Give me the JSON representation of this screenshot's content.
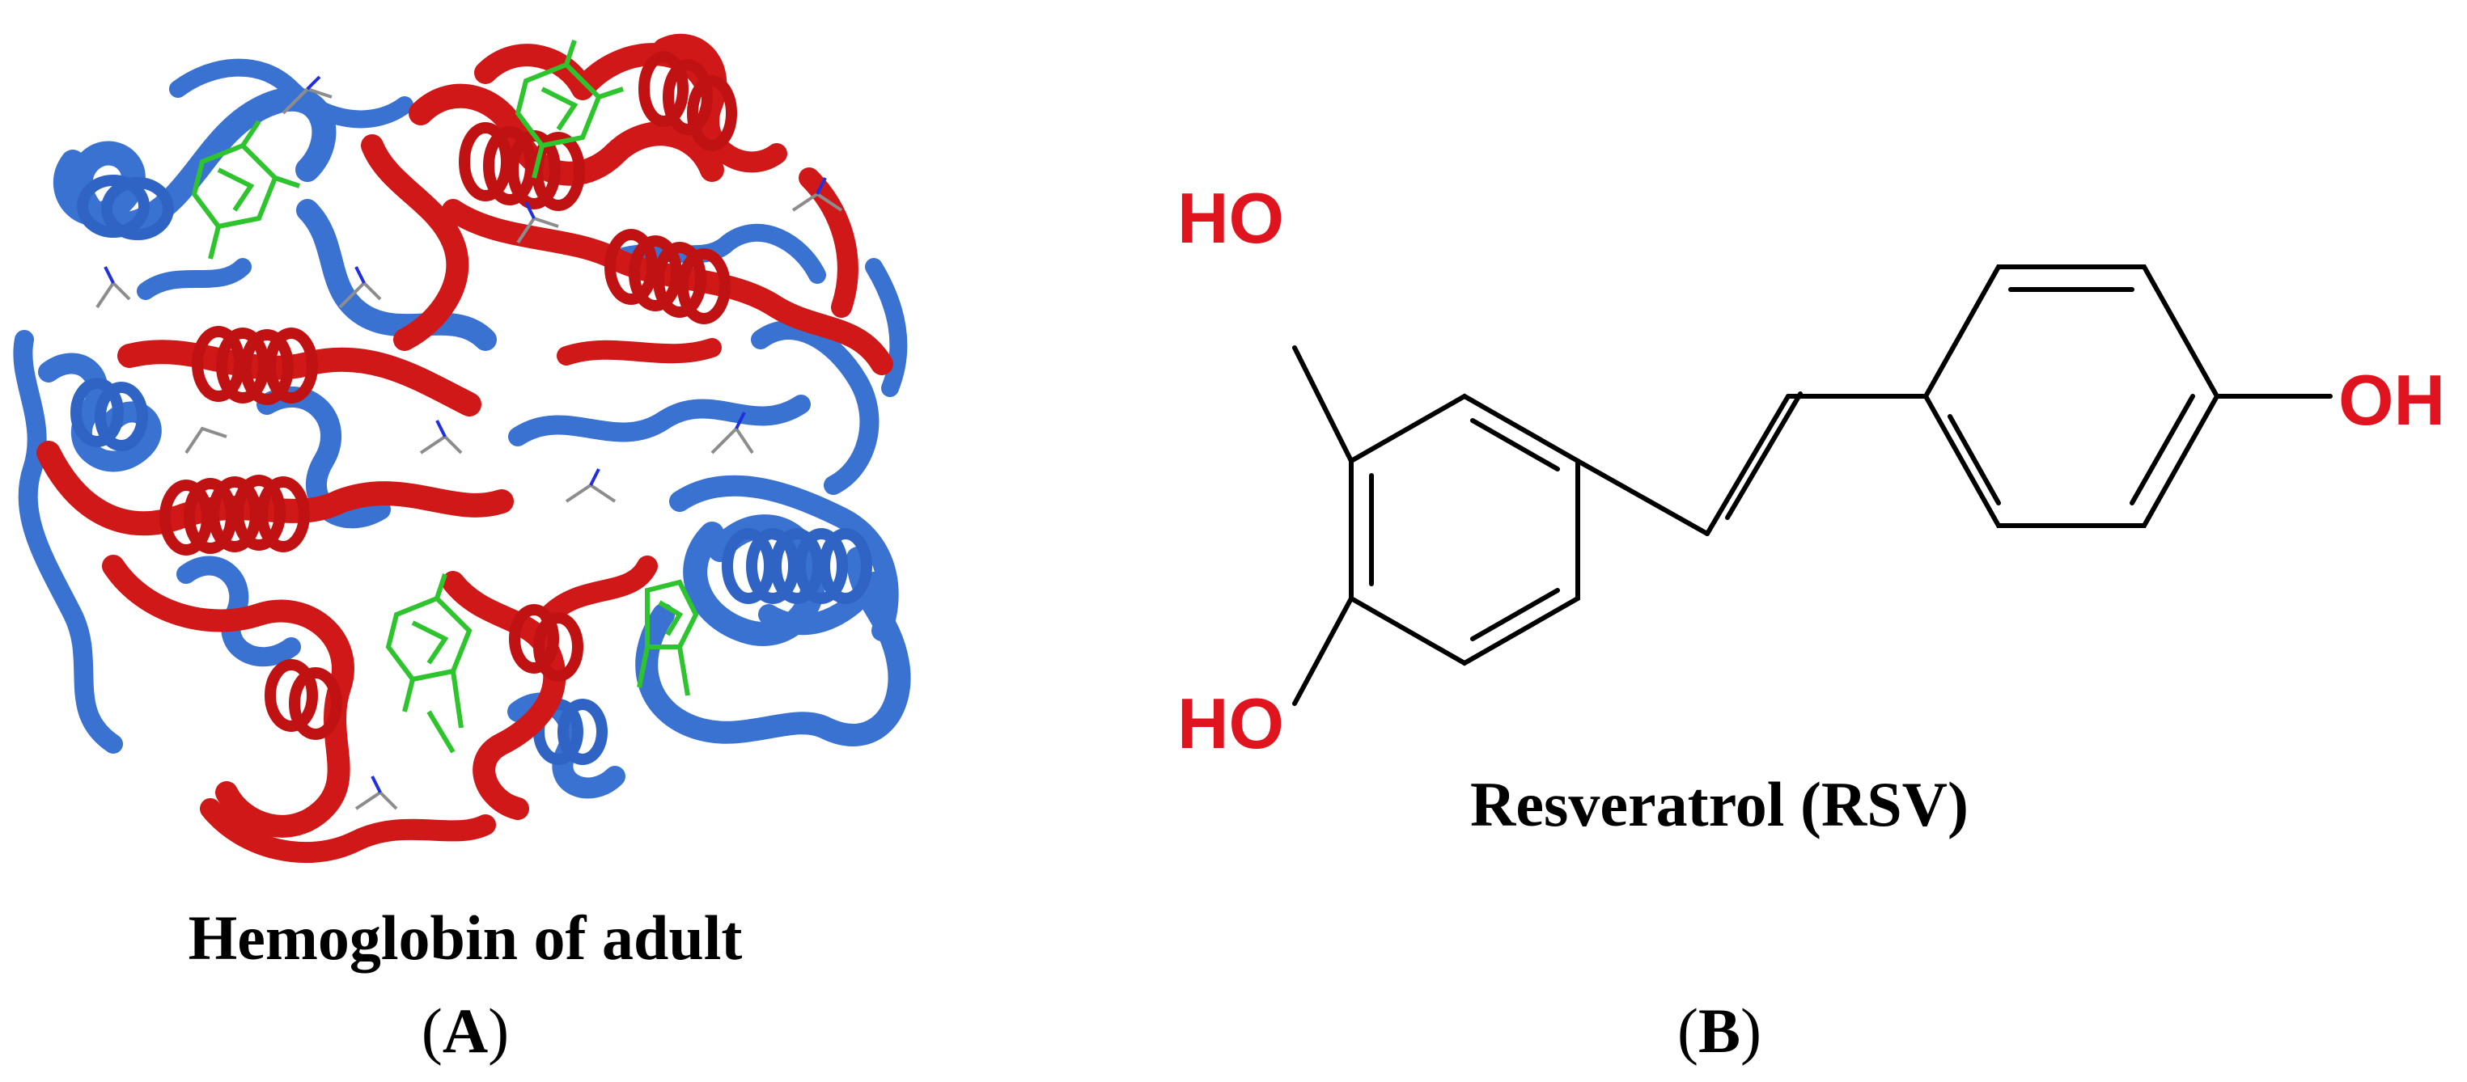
{
  "panel_a": {
    "caption": "Hemoglobin of adult",
    "label": "A",
    "colors": {
      "alpha_chain": "#d01818",
      "beta_chain": "#3a72d2",
      "heme": "#2ec42e",
      "side_chain": "#8c8c8c",
      "nitrogen": "#2030e0"
    }
  },
  "panel_b": {
    "caption": "Resveratrol (RSV)",
    "label": "B",
    "atoms": {
      "ho_top": "HO",
      "ho_bottom": "HO",
      "oh_right": "OH"
    },
    "colors": {
      "heteroatom": "#e0141e",
      "bond": "#000000"
    }
  }
}
